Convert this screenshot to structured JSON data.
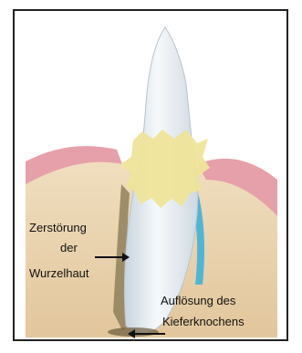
{
  "diagram": {
    "labels": {
      "root_damage_line1": "Zerstörung",
      "root_damage_line2": "der",
      "root_damage_line3": "Wurzelhaut",
      "bone_loss_line1": "Auflösung des",
      "bone_loss_line2": "Kieferknochens"
    },
    "colors": {
      "frame": "#222222",
      "background": "#ffffff",
      "gum": "#e6a0aa",
      "bone": "#e8d0a8",
      "tartar": "#efe49a",
      "tooth": "#e8eef4",
      "periodontal_gap": "#8a7a55",
      "blue_edge": "#4fb5d6"
    }
  }
}
